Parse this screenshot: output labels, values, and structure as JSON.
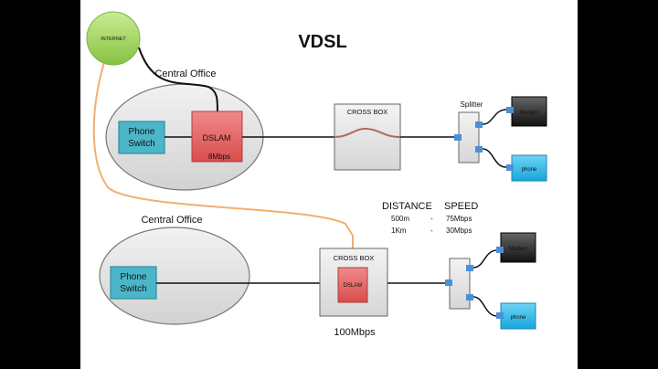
{
  "title": "VDSL",
  "internet_label": "INTERNET",
  "top": {
    "office_label": "Central Office",
    "phone_switch_lines": [
      "Phone",
      "Switch"
    ],
    "dslam_label": "DSLAM",
    "dslam_speed": "8Mbps",
    "cross_box_label": "CROSS BOX",
    "splitter_label": "Splitter",
    "modem_label": "Modem",
    "phone_label": "phone"
  },
  "bottom": {
    "office_label": "Central Office",
    "phone_switch_lines": [
      "Phone",
      "Switch"
    ],
    "cross_box_label": "CROSS BOX",
    "dslam_label": "DSLAM",
    "speed_label": "100Mbps",
    "modem_label": "Modem",
    "phone_label": "phone"
  },
  "distance_table": {
    "headers": [
      "DISTANCE",
      "SPEED"
    ],
    "rows": [
      [
        "500m",
        "-",
        "75Mbps"
      ],
      [
        "1Km",
        "-",
        "30Mbps"
      ]
    ]
  },
  "colors": {
    "internet_fill": "#a8d86a",
    "internet_link": "#f0b070",
    "office_fill": "#e3e3e3",
    "phone_switch_fill": "#4cb6c9",
    "dslam_fill": "#e8686a",
    "cross_box_fill": "#e6e6e6",
    "connector": "#4a90d9",
    "modem_fill": "#333333",
    "phone_fill": "#29b6e8",
    "copper": "#b46a5a"
  }
}
